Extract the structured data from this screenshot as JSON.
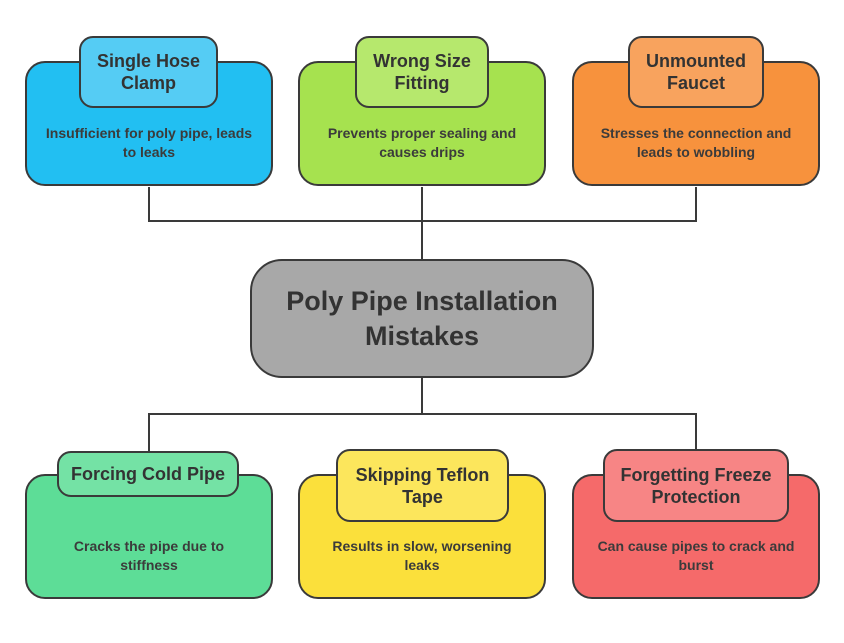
{
  "center": {
    "title": "Poly Pipe Installation Mistakes"
  },
  "top": [
    {
      "title": "Single Hose Clamp",
      "description": "Insufficient for poly pipe, leads to leaks",
      "color": "#22bff2",
      "tab_color": "#55ccf4"
    },
    {
      "title": "Wrong Size Fitting",
      "description": "Prevents proper sealing and causes drips",
      "color": "#a6e24f",
      "tab_color": "#b6e86d"
    },
    {
      "title": "Unmounted Faucet",
      "description": "Stresses the connection and leads to wobbling",
      "color": "#f7923d",
      "tab_color": "#f8a35e"
    }
  ],
  "bottom": [
    {
      "title": "Forcing Cold Pipe",
      "description": "Cracks the pipe due to stiffness",
      "color": "#5ddd97",
      "tab_color": "#74e2a5"
    },
    {
      "title": "Skipping Teflon Tape",
      "description": "Results in slow, worsening leaks",
      "color": "#fbe03b",
      "tab_color": "#fce65c"
    },
    {
      "title": "Forgetting Freeze Protection",
      "description": "Can cause pipes to crack and burst",
      "color": "#f56a6a",
      "tab_color": "#f78585"
    }
  ]
}
